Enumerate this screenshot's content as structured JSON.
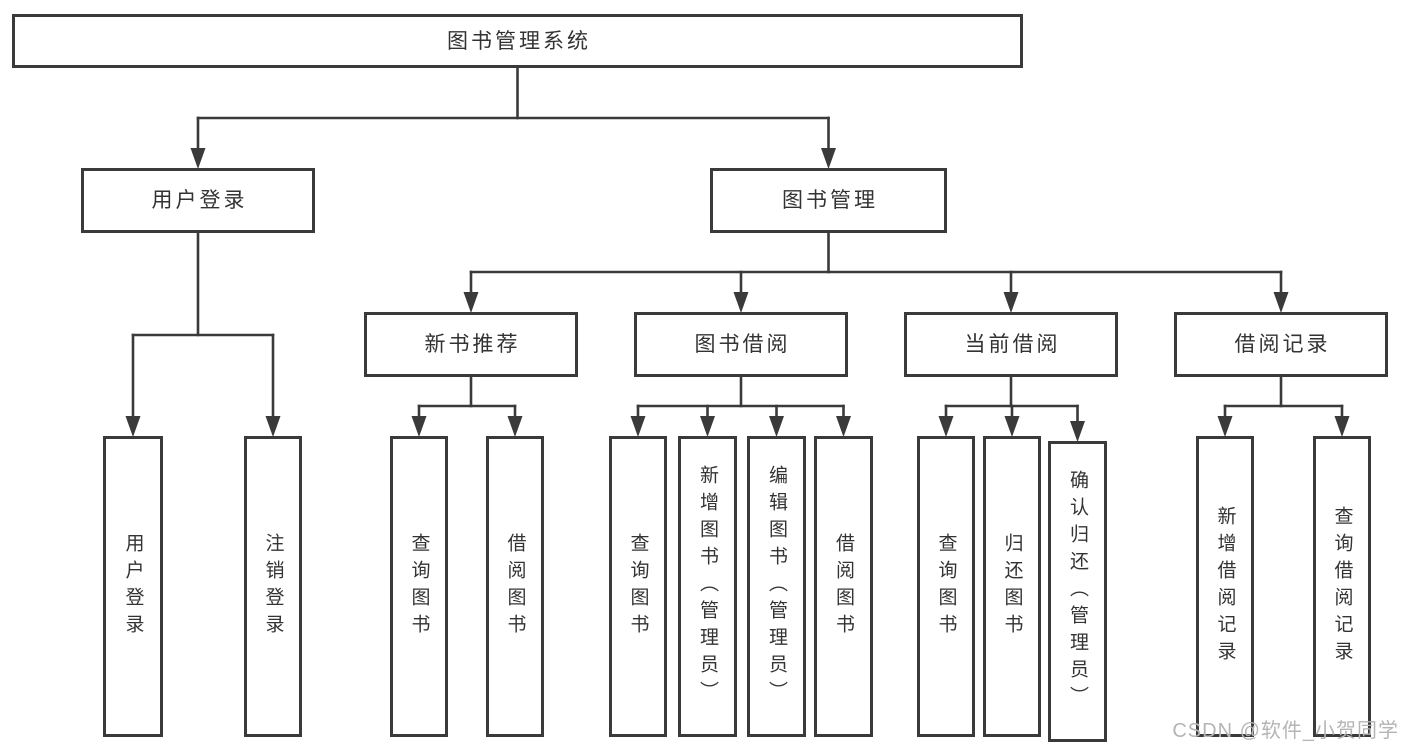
{
  "diagram": {
    "title": "图书管理系统",
    "tree": {
      "id": "system",
      "label": "图书管理系统",
      "children": [
        {
          "id": "user-login",
          "label": "用户登录",
          "children": [
            {
              "id": "login",
              "label": "用户登录"
            },
            {
              "id": "logout",
              "label": "注销登录"
            }
          ]
        },
        {
          "id": "book-mgmt",
          "label": "图书管理",
          "children": [
            {
              "id": "new-book-rec",
              "label": "新书推荐",
              "children": [
                {
                  "id": "query-book-1",
                  "label": "查询图书"
                },
                {
                  "id": "borrow-book-1",
                  "label": "借阅图书"
                }
              ]
            },
            {
              "id": "book-borrow",
              "label": "图书借阅",
              "children": [
                {
                  "id": "query-book-2",
                  "label": "查询图书"
                },
                {
                  "id": "add-book",
                  "label": "新增图书（管理员）"
                },
                {
                  "id": "edit-book",
                  "label": "编辑图书（管理员）"
                },
                {
                  "id": "borrow-book-2",
                  "label": "借阅图书"
                }
              ]
            },
            {
              "id": "current-borrow",
              "label": "当前借阅",
              "children": [
                {
                  "id": "query-book-3",
                  "label": "查询图书"
                },
                {
                  "id": "return-book",
                  "label": "归还图书"
                },
                {
                  "id": "confirm-return",
                  "label": "确认归还（管理员）"
                }
              ]
            },
            {
              "id": "borrow-records",
              "label": "借阅记录",
              "children": [
                {
                  "id": "add-record",
                  "label": "新增借阅记录"
                },
                {
                  "id": "query-record",
                  "label": "查询借阅记录"
                }
              ]
            }
          ]
        }
      ]
    }
  },
  "watermark": "CSDN @软件_小贺同学",
  "colors": {
    "line": "#3a3a3a",
    "text": "#333333",
    "background": "#ffffff",
    "watermark": "#b5b5b5"
  }
}
